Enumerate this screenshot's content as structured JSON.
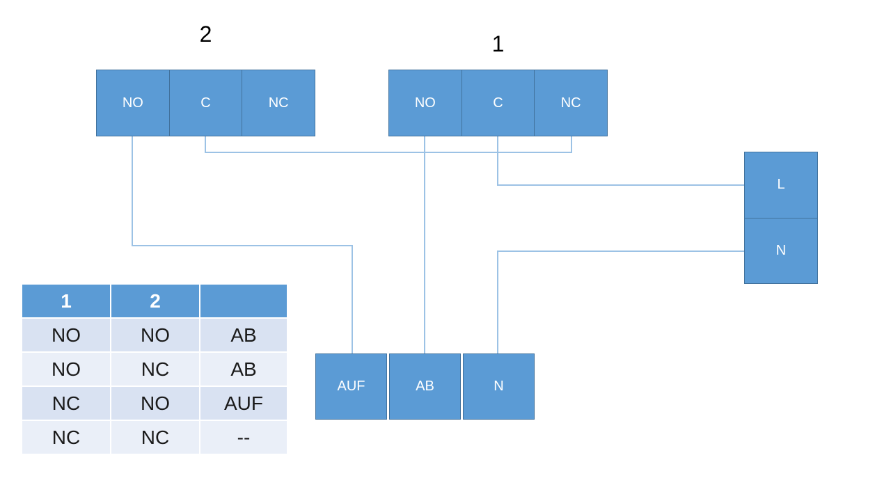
{
  "switches": {
    "switch2": {
      "label": "2",
      "terminals": [
        "NO",
        "C",
        "NC"
      ]
    },
    "switch1": {
      "label": "1",
      "terminals": [
        "NO",
        "C",
        "NC"
      ]
    }
  },
  "power_block": {
    "terminals": [
      "L",
      "N"
    ]
  },
  "motor_block": {
    "terminals": [
      "AUF",
      "AB",
      "N"
    ]
  },
  "truth_table": {
    "headers": [
      "1",
      "2",
      ""
    ],
    "rows": [
      [
        "NO",
        "NO",
        "AB"
      ],
      [
        "NO",
        "NC",
        "AB"
      ],
      [
        "NC",
        "NO",
        "AUF"
      ],
      [
        "NC",
        "NC",
        "--"
      ]
    ]
  },
  "colors": {
    "block_fill": "#5B9BD5",
    "block_border": "#41719C",
    "connector": "#9CC2E5",
    "table_header_fill": "#5B9BD5",
    "table_band_dark": "#D9E2F2",
    "table_band_light": "#EAEFF8",
    "block_text": "#FFFFFF",
    "label_text": "#000000"
  }
}
